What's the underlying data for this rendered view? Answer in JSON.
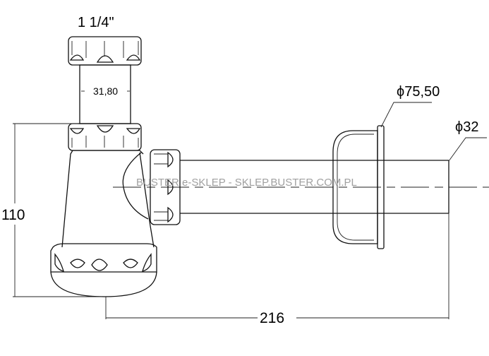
{
  "drawing": {
    "dimensions": {
      "thread": "1 1/4\"",
      "inner_diameter": "31,80",
      "flange_diameter": "ϕ75,50",
      "pipe_diameter": "ϕ32",
      "height": "110",
      "length": "216"
    },
    "watermark": "BUSTER e-SKLEP - SKLEP.BUSTER.COM.PL",
    "colors": {
      "line": "#111111",
      "watermark": "#a0a0a0"
    }
  }
}
